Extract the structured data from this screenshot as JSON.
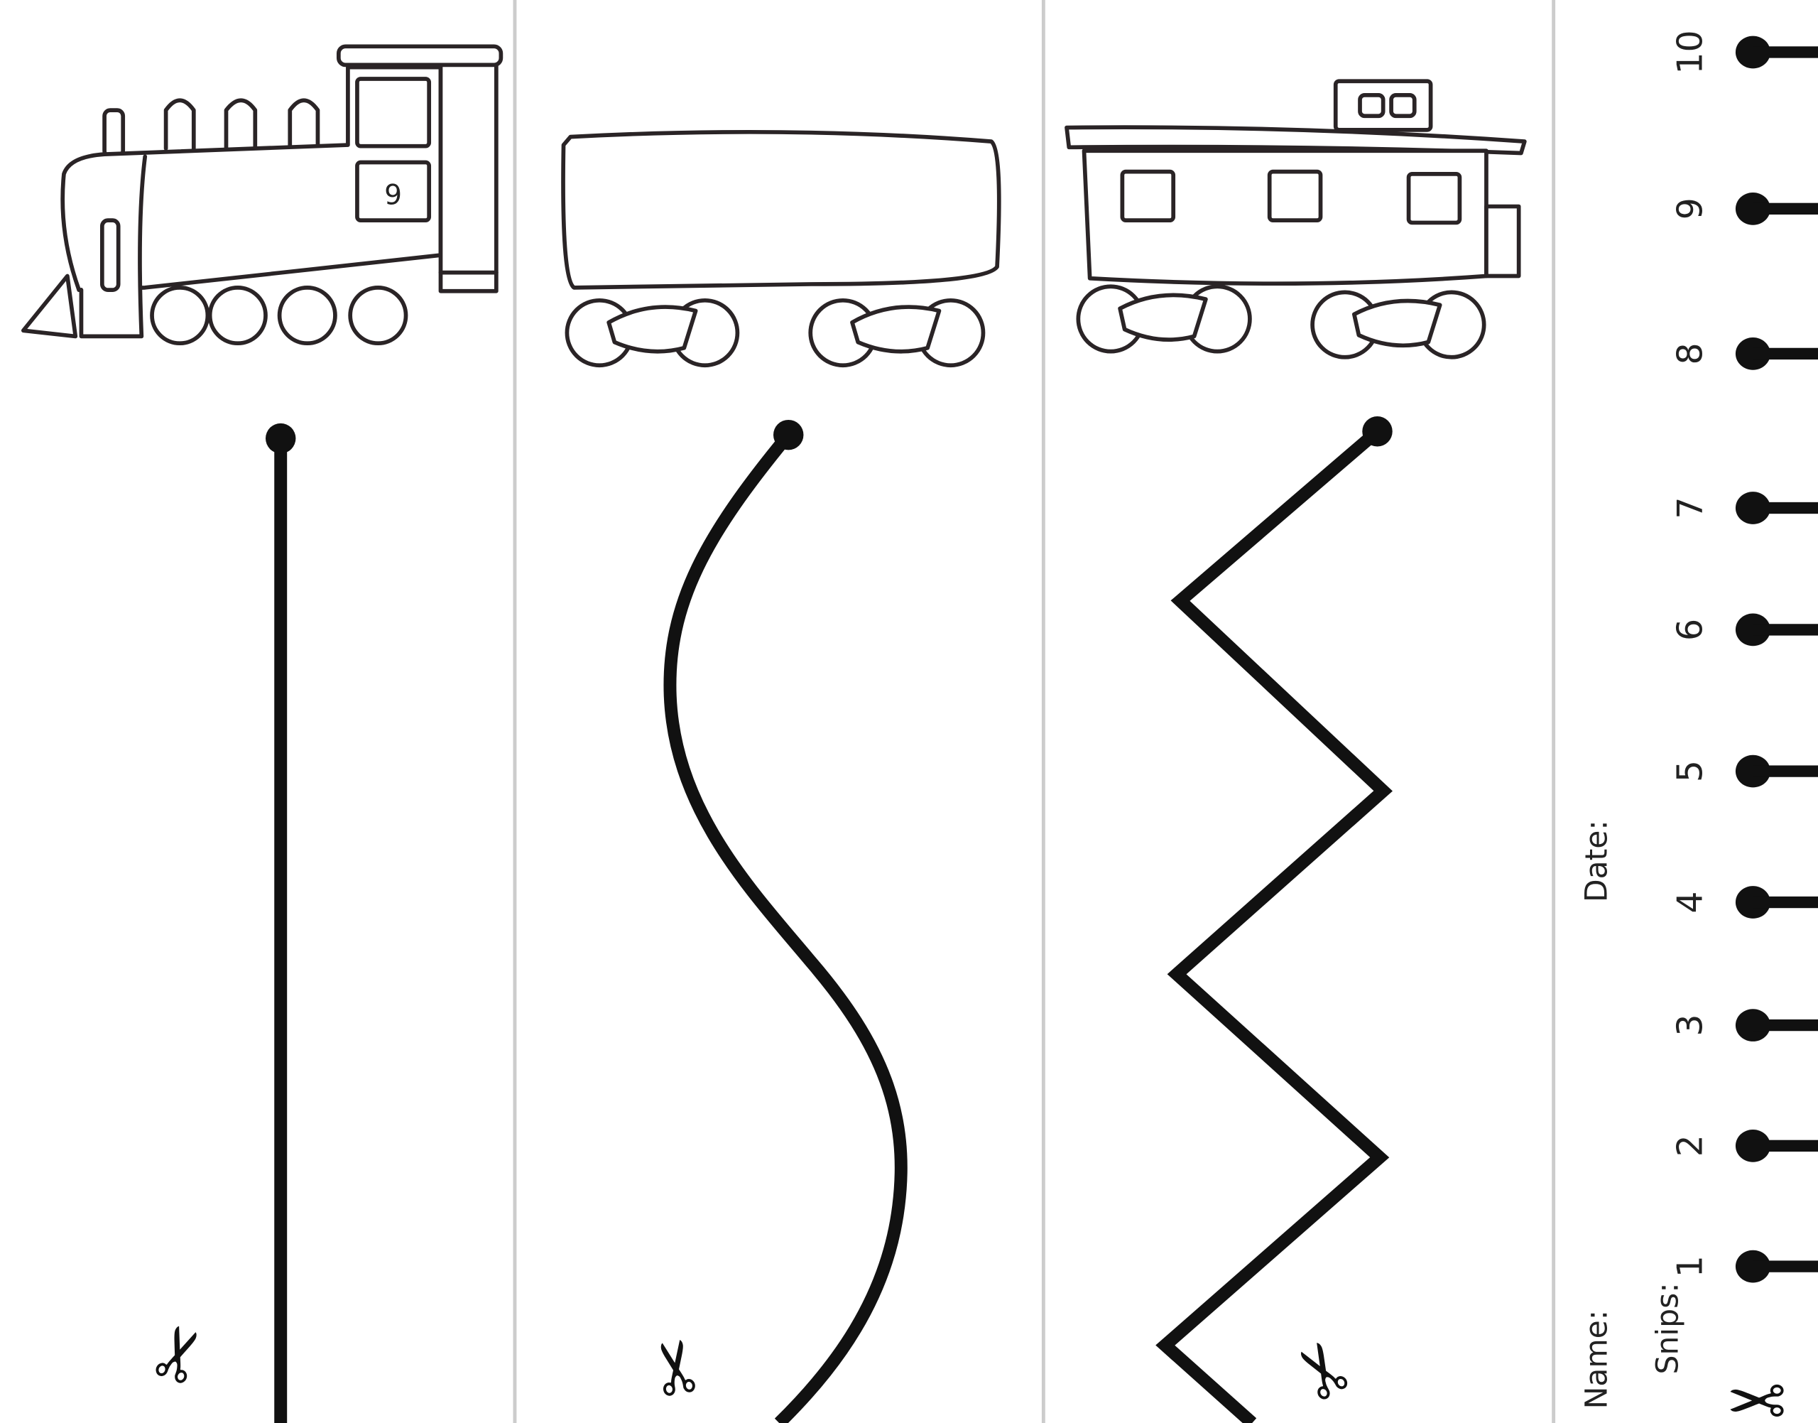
{
  "worksheet": {
    "engine_number": "9",
    "labels": {
      "name": "Name:",
      "date": "Date:",
      "snips": "Snips:"
    },
    "snip_numbers": [
      "1",
      "2",
      "3",
      "4",
      "5",
      "6",
      "7",
      "8",
      "9",
      "10"
    ],
    "scissors_glyph": "✂",
    "panels": [
      {
        "car": "locomotive",
        "path": "straight"
      },
      {
        "car": "freight-car",
        "path": "curve"
      },
      {
        "car": "caboose",
        "path": "zigzag"
      }
    ]
  }
}
